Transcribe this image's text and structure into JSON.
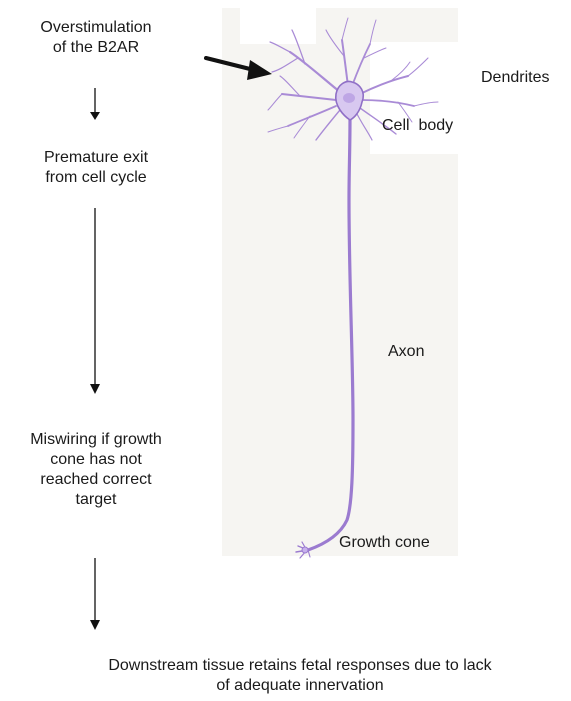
{
  "flow": {
    "step1": {
      "line1": "Overstimulation",
      "line2": "of the B2AR"
    },
    "step2": {
      "line1": "Premature exit",
      "line2": "from cell cycle"
    },
    "step3": {
      "line1": "Miswiring if growth",
      "line2": "cone has not",
      "line3": "reached correct",
      "line4": "target"
    },
    "step4": {
      "line1": "Downstream tissue retains fetal responses due to lack",
      "line2": "of adequate innervation"
    }
  },
  "labels": {
    "dendrites": "Dendrites",
    "cell_body": "Cell  body",
    "axon": "Axon",
    "growth_cone": "Growth cone"
  },
  "colors": {
    "neuron": "#a98bd6",
    "neuron_dark": "#8f6fc6",
    "soma": "#d8c8f0",
    "arrow": "#111111",
    "panel": "#f6f5f2"
  }
}
